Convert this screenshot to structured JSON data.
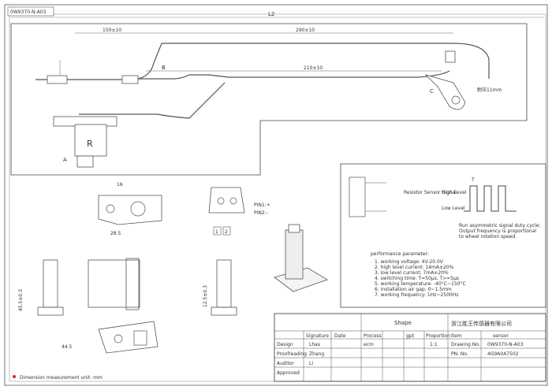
{
  "drawing": {
    "part_number_box": "0W9370-N-A03",
    "overall_length": "L2",
    "dim_150": "150±10",
    "dim_290": "290±10",
    "dim_210": "210±10",
    "dim_11mm": "耐压11mm",
    "label_b": "B",
    "label_c": "C",
    "label_a": "A",
    "label_r": "R",
    "pin_labels": [
      "1",
      "2"
    ],
    "pin1_text": "PIN1:+",
    "pin2_text": "PIN2:-",
    "dim_28": "28.5",
    "dim_16": "16",
    "dim_45": "45.5±0.3",
    "dim_12": "12.5±0.3",
    "dim_44": "44.5",
    "dim_side": "45.5",
    "red_dot_note": "Dimension measurement unit: mm"
  },
  "spec_panel": {
    "wire_label": "Resistor Sensor Signal",
    "high_level": "High Level",
    "low_level": "Low Level",
    "period_label": "T",
    "note_lines": [
      "Run asymmetric signal duty cycle;",
      "Output frequency is proportional",
      "to wheel rotation speed."
    ],
    "params_title": "performance parameter:",
    "params": [
      "1. working voltage: 4V-20.0V",
      "2. high level current: 14mA±20%",
      "3. low level current: 7mA±20%",
      "4. switching time: T=50μs, T>=5μs",
      "5. working temperature: -40°C~150°C",
      "6. installation air gap: 0~1.5mm",
      "7. working frequency: 1Hz~2500Hz"
    ]
  },
  "title_block": {
    "col_headers": [
      "Signature",
      "Date"
    ],
    "row_labels": [
      "Design",
      "Proofreading",
      "Auditor",
      "Approved"
    ],
    "row_values": [
      "Lhas",
      "Zhang",
      "Li",
      ""
    ],
    "shape_label": "Shape",
    "company": "浙江胜王传感器有限公司",
    "mid_headers": [
      "Process",
      "",
      "gpt",
      "Proportion"
    ],
    "mid_values": [
      "ecm",
      "",
      "",
      "1:1"
    ],
    "right_labels": [
      "Item",
      "Drawing No.",
      "PN. No."
    ],
    "right_values": [
      "sensor",
      "0W9370-N-A03",
      "4G9A0A7502"
    ]
  }
}
